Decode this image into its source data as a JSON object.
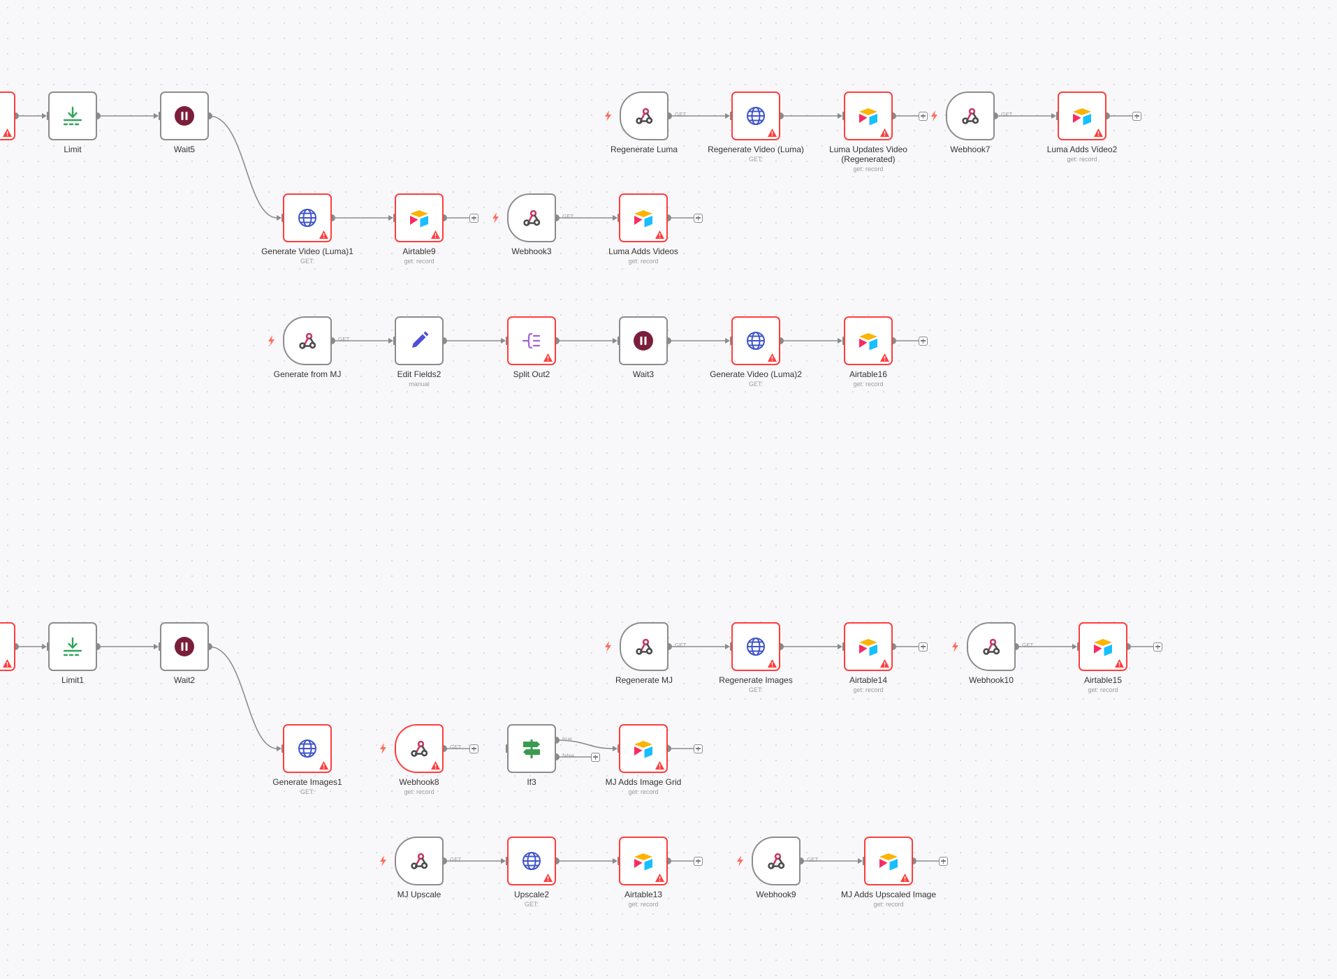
{
  "colors": {
    "node_border": "#8c8c8c",
    "error_border": "#ff3d3d",
    "connection": "#8c8c8c",
    "trigger_bolt": "#ff6d5a",
    "canvas_bg": "#f8f8fa"
  },
  "nodes": [
    {
      "id": "err_a",
      "label": "",
      "sub": "",
      "icon": "airtable-icon",
      "error": true,
      "trigger": false
    },
    {
      "id": "limit",
      "label": "Limit",
      "sub": "",
      "icon": "limit-icon",
      "error": false,
      "trigger": false
    },
    {
      "id": "wait5",
      "label": "Wait5",
      "sub": "",
      "icon": "pause-icon",
      "error": false,
      "trigger": false
    },
    {
      "id": "gvl1",
      "label": "Generate Video (Luma)1",
      "sub": "GET:",
      "icon": "globe-icon",
      "error": true,
      "trigger": false
    },
    {
      "id": "airtable9",
      "label": "Airtable9",
      "sub": "get: record",
      "icon": "airtable-icon",
      "error": true,
      "trigger": false
    },
    {
      "id": "webhook3",
      "label": "Webhook3",
      "sub": "",
      "icon": "webhook-icon",
      "error": false,
      "trigger": true
    },
    {
      "id": "lumaadds",
      "label": "Luma Adds Videos",
      "sub": "get: record",
      "icon": "airtable-icon",
      "error": true,
      "trigger": false
    },
    {
      "id": "regenluma",
      "label": "Regenerate Luma",
      "sub": "",
      "icon": "webhook-icon",
      "error": false,
      "trigger": true
    },
    {
      "id": "regenvid",
      "label": "Regenerate Video (Luma)",
      "sub": "GET:",
      "icon": "globe-icon",
      "error": true,
      "trigger": false
    },
    {
      "id": "lumaupd",
      "label": "Luma Updates Video\n(Regenerated)",
      "sub": "get: record",
      "icon": "airtable-icon",
      "error": true,
      "trigger": false
    },
    {
      "id": "webhook7",
      "label": "Webhook7",
      "sub": "",
      "icon": "webhook-icon",
      "error": false,
      "trigger": true
    },
    {
      "id": "lumaadds2",
      "label": "Luma Adds Video2",
      "sub": "get: record",
      "icon": "airtable-icon",
      "error": true,
      "trigger": false
    },
    {
      "id": "genmj",
      "label": "Generate from MJ",
      "sub": "",
      "icon": "webhook-icon",
      "error": false,
      "trigger": true
    },
    {
      "id": "editf2",
      "label": "Edit Fields2",
      "sub": "manual",
      "icon": "pencil-icon",
      "error": false,
      "trigger": false
    },
    {
      "id": "split2",
      "label": "Split Out2",
      "sub": "",
      "icon": "split-icon",
      "error": true,
      "trigger": false
    },
    {
      "id": "wait3",
      "label": "Wait3",
      "sub": "",
      "icon": "pause-icon",
      "error": false,
      "trigger": false
    },
    {
      "id": "gvl2",
      "label": "Generate Video (Luma)2",
      "sub": "GET:",
      "icon": "globe-icon",
      "error": true,
      "trigger": false
    },
    {
      "id": "airtable16",
      "label": "Airtable16",
      "sub": "get: record",
      "icon": "airtable-icon",
      "error": true,
      "trigger": false
    },
    {
      "id": "err_b",
      "label": "",
      "sub": "",
      "icon": "airtable-icon",
      "error": true,
      "trigger": false
    },
    {
      "id": "limit1",
      "label": "Limit1",
      "sub": "",
      "icon": "limit-icon",
      "error": false,
      "trigger": false
    },
    {
      "id": "wait2",
      "label": "Wait2",
      "sub": "",
      "icon": "pause-icon",
      "error": false,
      "trigger": false
    },
    {
      "id": "regenmj",
      "label": "Regenerate MJ",
      "sub": "",
      "icon": "webhook-icon",
      "error": false,
      "trigger": true
    },
    {
      "id": "regenimg",
      "label": "Regenerate Images",
      "sub": "GET:",
      "icon": "globe-icon",
      "error": true,
      "trigger": false
    },
    {
      "id": "airtable14",
      "label": "Airtable14",
      "sub": "get: record",
      "icon": "airtable-icon",
      "error": true,
      "trigger": false
    },
    {
      "id": "webhook10",
      "label": "Webhook10",
      "sub": "",
      "icon": "webhook-icon",
      "error": false,
      "trigger": true
    },
    {
      "id": "airtable15",
      "label": "Airtable15",
      "sub": "get: record",
      "icon": "airtable-icon",
      "error": true,
      "trigger": false
    },
    {
      "id": "genimg1",
      "label": "Generate Images1",
      "sub": "GET:",
      "icon": "globe-icon",
      "error": true,
      "trigger": false
    },
    {
      "id": "webhook8",
      "label": "Webhook8",
      "sub": "get: record",
      "icon": "webhook-icon",
      "error": true,
      "trigger": true
    },
    {
      "id": "if3",
      "label": "If3",
      "sub": "",
      "icon": "signpost-icon",
      "error": false,
      "trigger": false
    },
    {
      "id": "mjgrid",
      "label": "MJ Adds Image Grid",
      "sub": "get: record",
      "icon": "airtable-icon",
      "error": true,
      "trigger": false
    },
    {
      "id": "mjups",
      "label": "MJ Upscale",
      "sub": "",
      "icon": "webhook-icon",
      "error": false,
      "trigger": true
    },
    {
      "id": "upscale2",
      "label": "Upscale2",
      "sub": "GET:",
      "icon": "globe-icon",
      "error": true,
      "trigger": false
    },
    {
      "id": "airtable13",
      "label": "Airtable13",
      "sub": "get: record",
      "icon": "airtable-icon",
      "error": true,
      "trigger": false
    },
    {
      "id": "webhook9",
      "label": "Webhook9",
      "sub": "",
      "icon": "webhook-icon",
      "error": false,
      "trigger": true
    },
    {
      "id": "mjupsimg",
      "label": "MJ Adds Upscaled Image",
      "sub": "get: record",
      "icon": "airtable-icon",
      "error": true,
      "trigger": false
    }
  ],
  "connections": [
    {
      "from": "err_a",
      "to": "limit",
      "label": ""
    },
    {
      "from": "limit",
      "to": "wait5",
      "label": ""
    },
    {
      "from": "wait5",
      "to": "gvl1",
      "label": ""
    },
    {
      "from": "gvl1",
      "to": "airtable9",
      "label": ""
    },
    {
      "from": "webhook3",
      "to": "lumaadds",
      "label": "GET"
    },
    {
      "from": "regenluma",
      "to": "regenvid",
      "label": "GET"
    },
    {
      "from": "regenvid",
      "to": "lumaupd",
      "label": ""
    },
    {
      "from": "webhook7",
      "to": "lumaadds2",
      "label": "GET"
    },
    {
      "from": "genmj",
      "to": "editf2",
      "label": "GET"
    },
    {
      "from": "editf2",
      "to": "split2",
      "label": ""
    },
    {
      "from": "split2",
      "to": "wait3",
      "label": ""
    },
    {
      "from": "wait3",
      "to": "gvl2",
      "label": ""
    },
    {
      "from": "gvl2",
      "to": "airtable16",
      "label": ""
    },
    {
      "from": "err_b",
      "to": "limit1",
      "label": ""
    },
    {
      "from": "limit1",
      "to": "wait2",
      "label": ""
    },
    {
      "from": "wait2",
      "to": "genimg1",
      "label": ""
    },
    {
      "from": "regenmj",
      "to": "regenimg",
      "label": "GET"
    },
    {
      "from": "regenimg",
      "to": "airtable14",
      "label": ""
    },
    {
      "from": "webhook10",
      "to": "airtable15",
      "label": "GET"
    },
    {
      "from": "if3",
      "to": "mjgrid",
      "label": "true"
    },
    {
      "from": "mjups",
      "to": "upscale2",
      "label": "GET"
    },
    {
      "from": "upscale2",
      "to": "airtable13",
      "label": ""
    },
    {
      "from": "webhook9",
      "to": "mjupsimg",
      "label": "GET"
    }
  ],
  "stubs": [
    {
      "from": "airtable9",
      "label": ""
    },
    {
      "from": "lumaadds",
      "label": ""
    },
    {
      "from": "lumaupd",
      "label": ""
    },
    {
      "from": "lumaadds2",
      "label": ""
    },
    {
      "from": "airtable16",
      "label": ""
    },
    {
      "from": "airtable14",
      "label": ""
    },
    {
      "from": "airtable15",
      "label": ""
    },
    {
      "from": "webhook8",
      "label": "GET"
    },
    {
      "from": "if3",
      "label": "false",
      "port": "bottom"
    },
    {
      "from": "mjgrid",
      "label": ""
    },
    {
      "from": "airtable13",
      "label": ""
    },
    {
      "from": "mjupsimg",
      "label": ""
    }
  ]
}
